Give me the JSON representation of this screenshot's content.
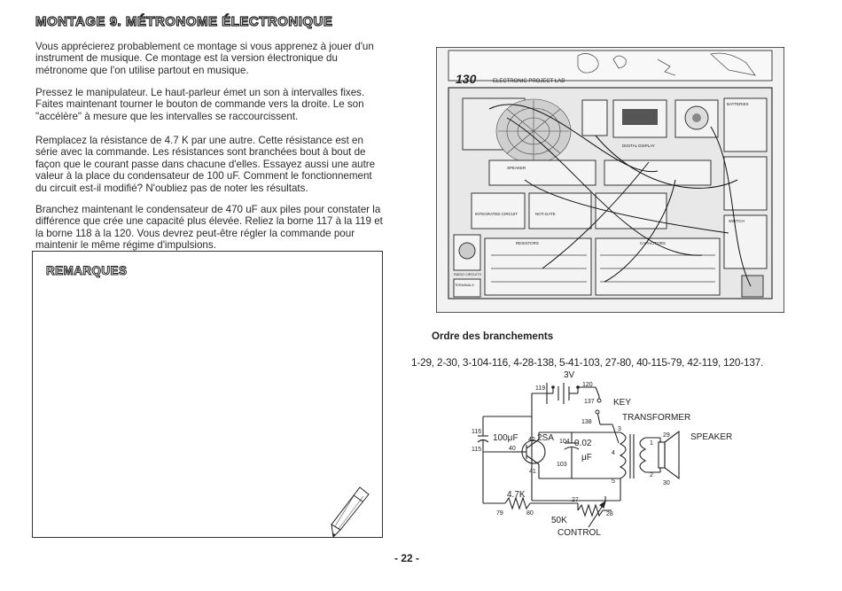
{
  "page": {
    "title": "MONTAGE 9. MÉTRONOME ÉLECTRONIQUE",
    "page_number": "- 22 -"
  },
  "body": {
    "paragraphs": [
      "Vous apprécierez probablement ce montage si vous apprenez à jouer d'un instrument de musique. Ce montage est la version électronique du métronome que l'on utilise partout en musique.",
      "Pressez le manipulateur. Le haut-parleur émet un son à intervalles fixes. Faites maintenant tourner le bouton de commande vers la droite. Le son \"accélère\" à mesure que les intervalles se raccourcissent.",
      "Remplacez la résistance de 4.7 K par une autre. Cette résistance est en série avec la commande. Les résistances sont branchées bout à bout de façon que le courant passe dans chacune d'elles. Essayez aussi une autre valeur à la place du condensateur de 100 uF. Comment le fonctionnement du circuit est-il modifié? N'oubliez pas de noter les résultats.",
      "Branchez maintenant le condensateur de 470 uF aux piles pour constater la différence que crée une capacité plus élevée. Reliez la borne 117 à la 119 et la borne 118 à la 120. Vous devrez peut-être régler la commande pour maintenir le même régime d'impulsions."
    ]
  },
  "remarks": {
    "title": "REMARQUES"
  },
  "kit_photo": {
    "brand_number": "130",
    "brand_label": "ELECTRONIC PROJECT LAB",
    "panel_labels": {
      "speaker": "SPEAKER",
      "digital_display": "DIGITAL DISPLAY",
      "integrated_circuit": "INTEGRATED CIRCUIT",
      "not_gate": "NOT-GATE",
      "resistors": "RESISTORS",
      "capacitors": "CAPACITORS",
      "terminals": "TERMINALS",
      "switch": "SWITCH",
      "radio_circuits": "RADIO CIRCUITS",
      "batteries": "BATTERIES"
    }
  },
  "connections": {
    "title": "Ordre des branchements",
    "sequence": "1-29, 2-30, 3-104-116, 4-28-138, 5-41-103, 27-80, 40-115-79, 42-119, 120-137."
  },
  "schematic": {
    "voltage": "3V",
    "key": "KEY",
    "transformer": "TRANSFORMER",
    "speaker": "SPEAKER",
    "cap_100": "100μF",
    "transistor": "2SA",
    "cap_002_value": "0.02",
    "cap_002_unit": "μF",
    "resistor": "4.7K",
    "pot": "50K",
    "control": "CONTROL",
    "terminals": {
      "t119": "119",
      "t120": "120",
      "t137": "137",
      "t138": "138",
      "t116": "116",
      "t115": "115",
      "t42": "42",
      "t40": "40",
      "t41": "41",
      "t104": "104",
      "t103": "103",
      "t3": "3",
      "t4": "4",
      "t5": "5",
      "t1": "1",
      "t2": "2",
      "t29": "29",
      "t30": "30",
      "t79": "79",
      "t80": "80",
      "t27": "27",
      "t28": "28"
    }
  }
}
